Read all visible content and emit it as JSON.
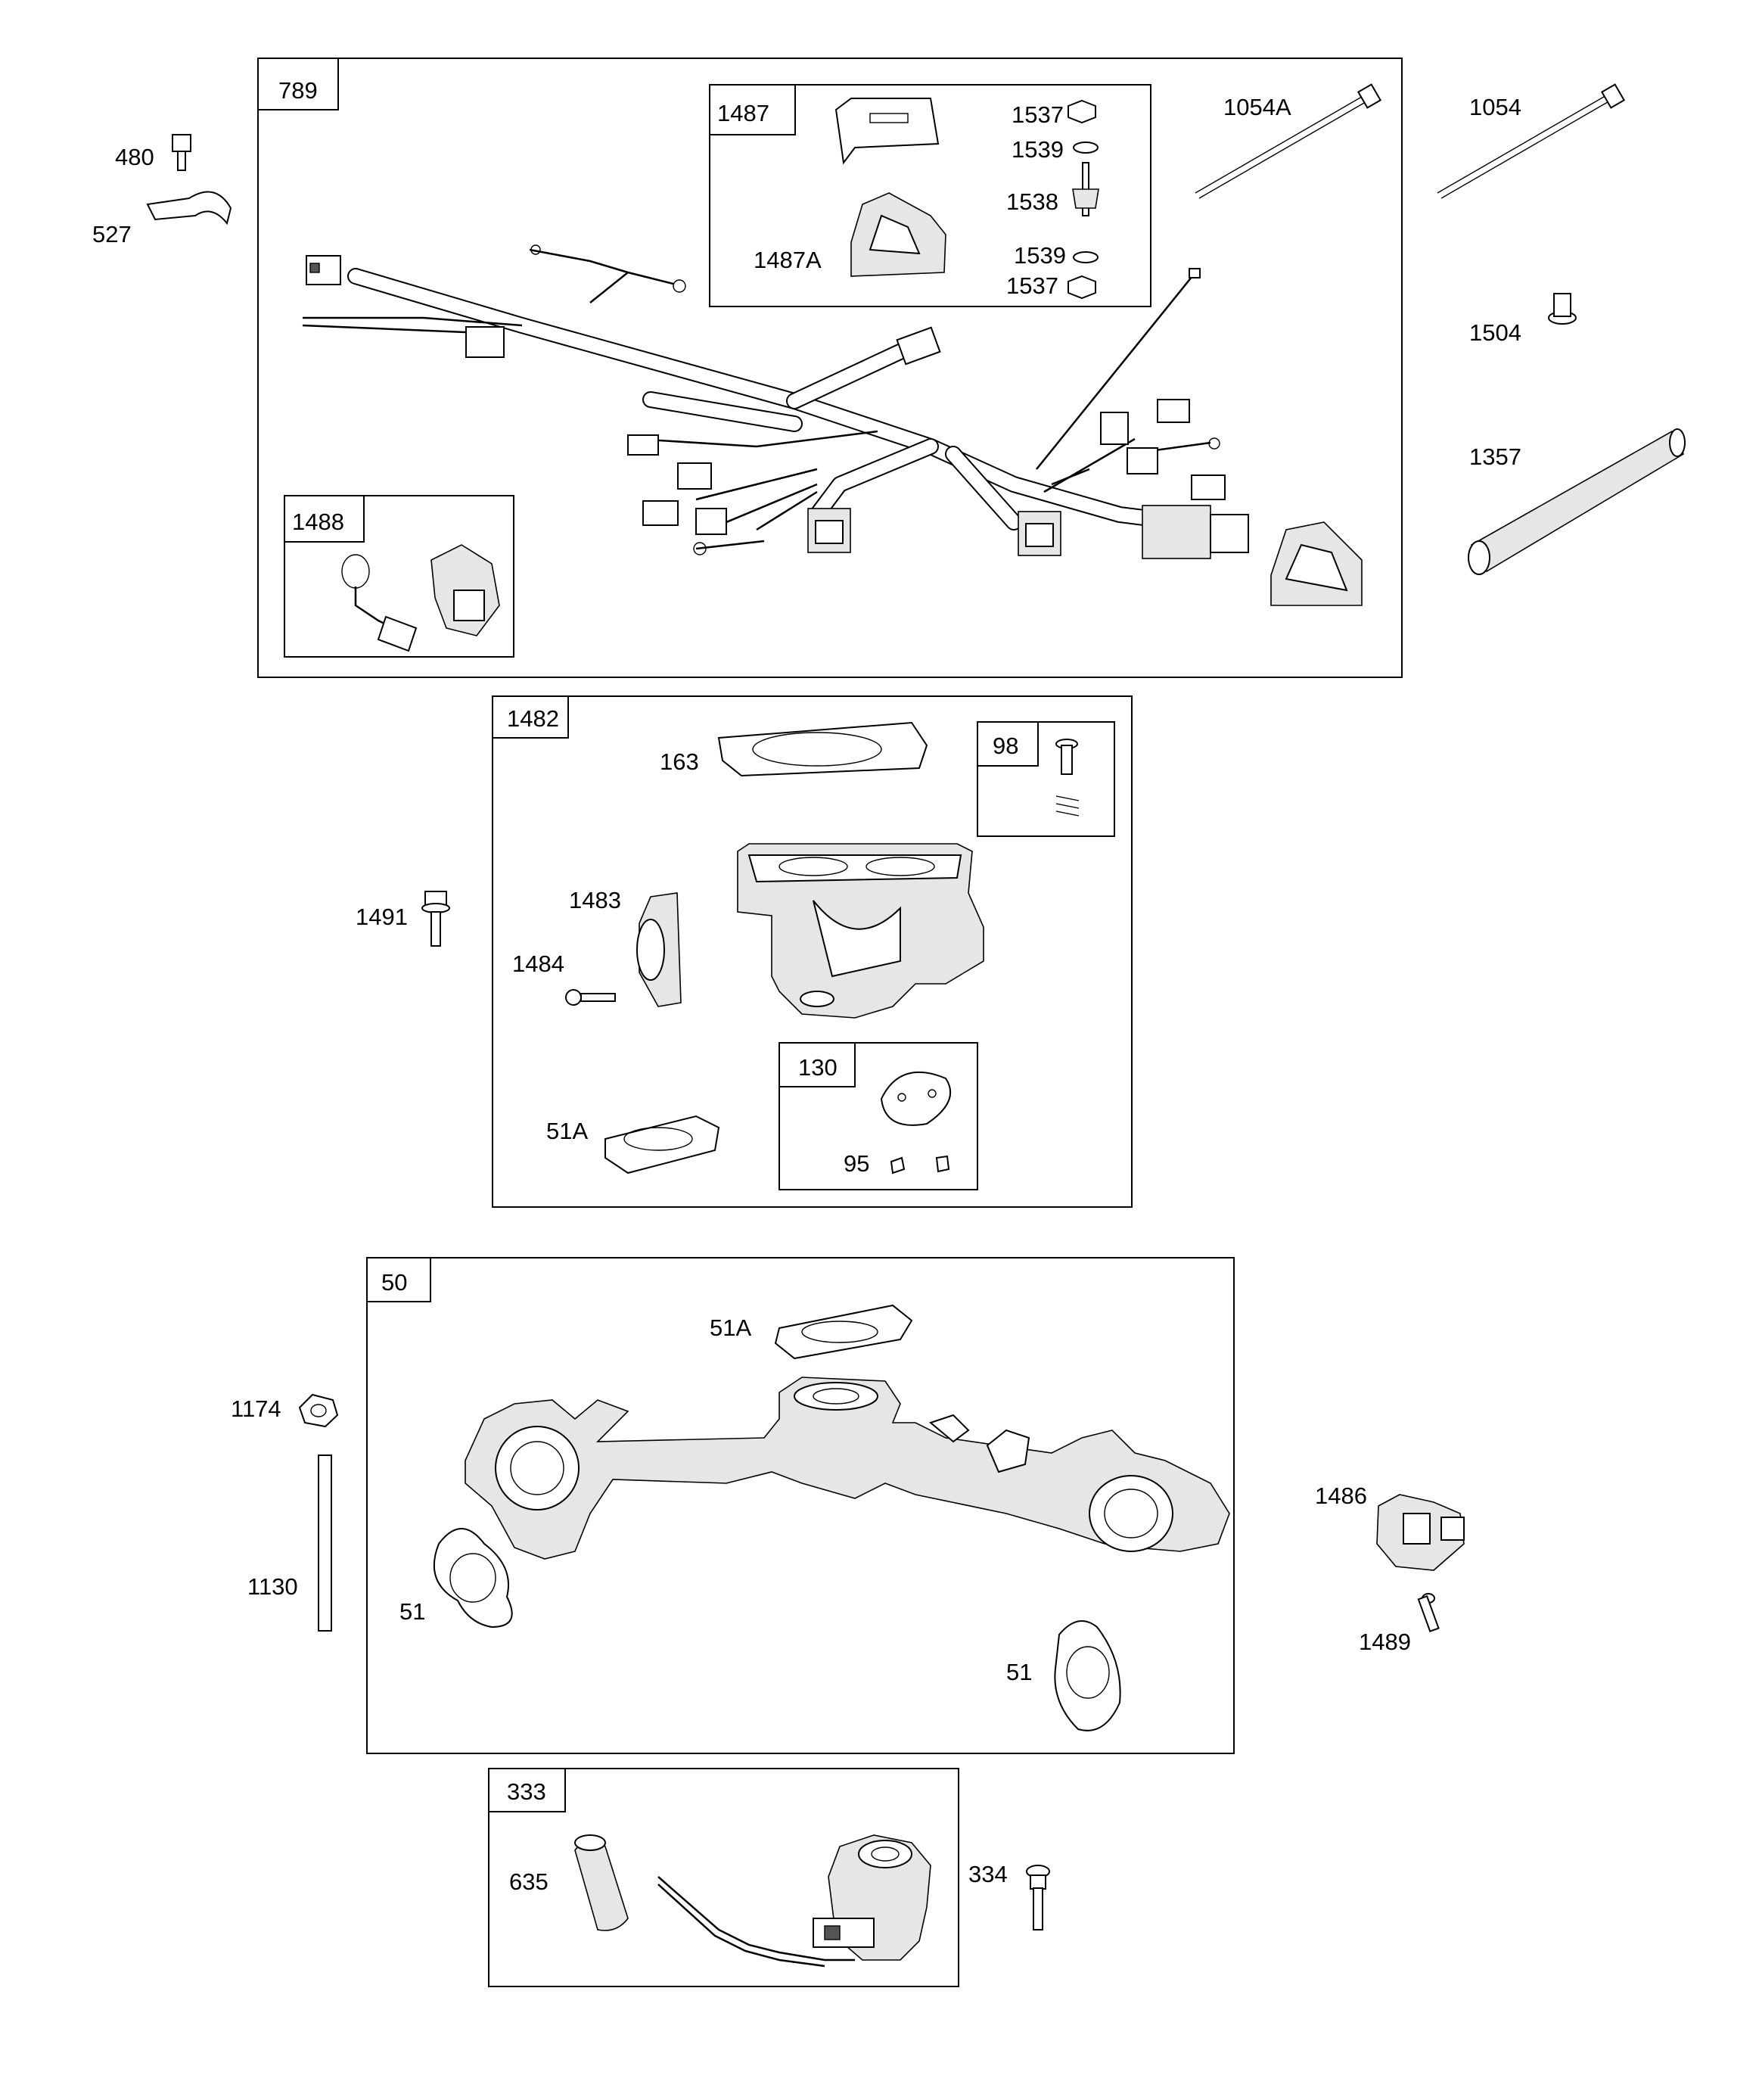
{
  "diagram": {
    "boxes": [
      {
        "id": "harness",
        "label": "789"
      },
      {
        "id": "bracket",
        "label": "1487"
      },
      {
        "id": "plug",
        "label": "1488"
      },
      {
        "id": "throttle",
        "label": "1482"
      },
      {
        "id": "screw",
        "label": "98"
      },
      {
        "id": "plate",
        "label": "130"
      },
      {
        "id": "manifold",
        "label": "50"
      },
      {
        "id": "sensor",
        "label": "333"
      }
    ],
    "callouts": [
      "480",
      "527",
      "1054A",
      "1054",
      "1504",
      "1357",
      "1537",
      "1539",
      "1538",
      "1487A",
      "1539",
      "1537",
      "163",
      "1491",
      "1483",
      "1484",
      "51A",
      "95",
      "1174",
      "1130",
      "51A",
      "51",
      "51",
      "1486",
      "1489",
      "635",
      "334"
    ]
  }
}
